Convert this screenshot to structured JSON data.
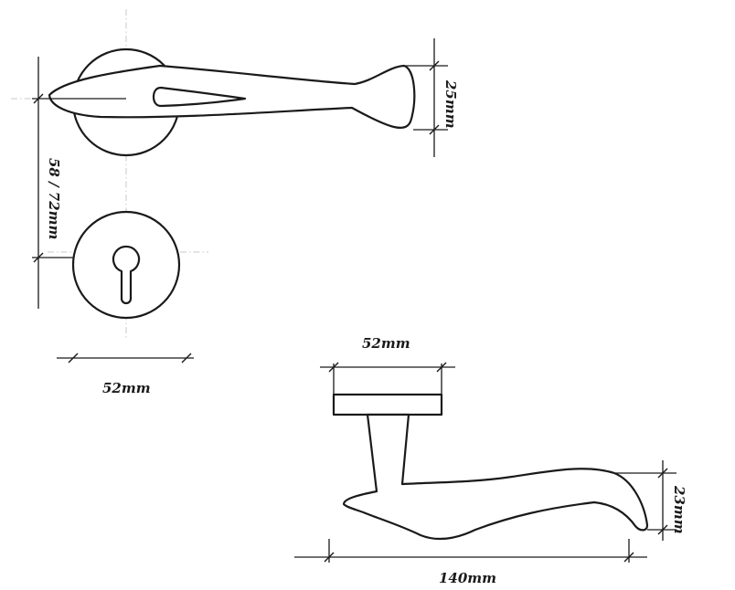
{
  "dimensions": {
    "handle_height": "25mm",
    "center_distance": "58 / 72mm",
    "rose_diameter_front": "52mm",
    "rose_diameter_side": "52mm",
    "lever_height": "23mm",
    "lever_length": "140mm"
  }
}
